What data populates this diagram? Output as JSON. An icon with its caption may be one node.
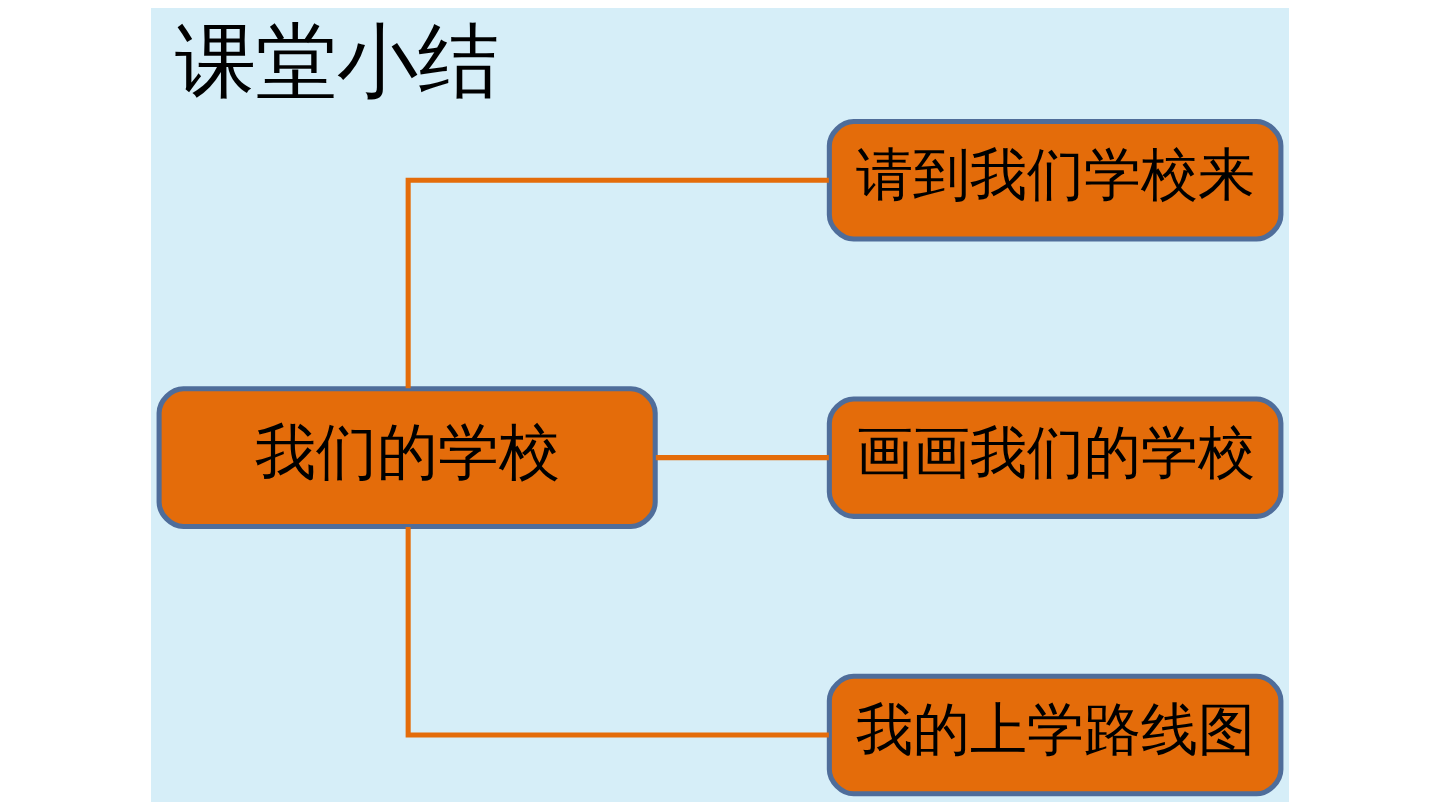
{
  "diagram": {
    "title": "课堂小结",
    "nodes": [
      {
        "text": [
          "我们的学校"
        ]
      },
      {
        "text": [
          "请到我们学校来"
        ]
      },
      {
        "text": [
          "画画我们的学校"
        ]
      },
      {
        "text": [
          "我的上学路线图"
        ]
      }
    ],
    "edges": [
      {
        "from": 0,
        "to": 1,
        "arrow": "none",
        "color": "#e46c0a"
      },
      {
        "from": 0,
        "to": 2,
        "arrow": "none",
        "color": "#e46c0a"
      },
      {
        "from": 0,
        "to": 3,
        "arrow": "none",
        "color": "#e46c0a"
      }
    ]
  }
}
